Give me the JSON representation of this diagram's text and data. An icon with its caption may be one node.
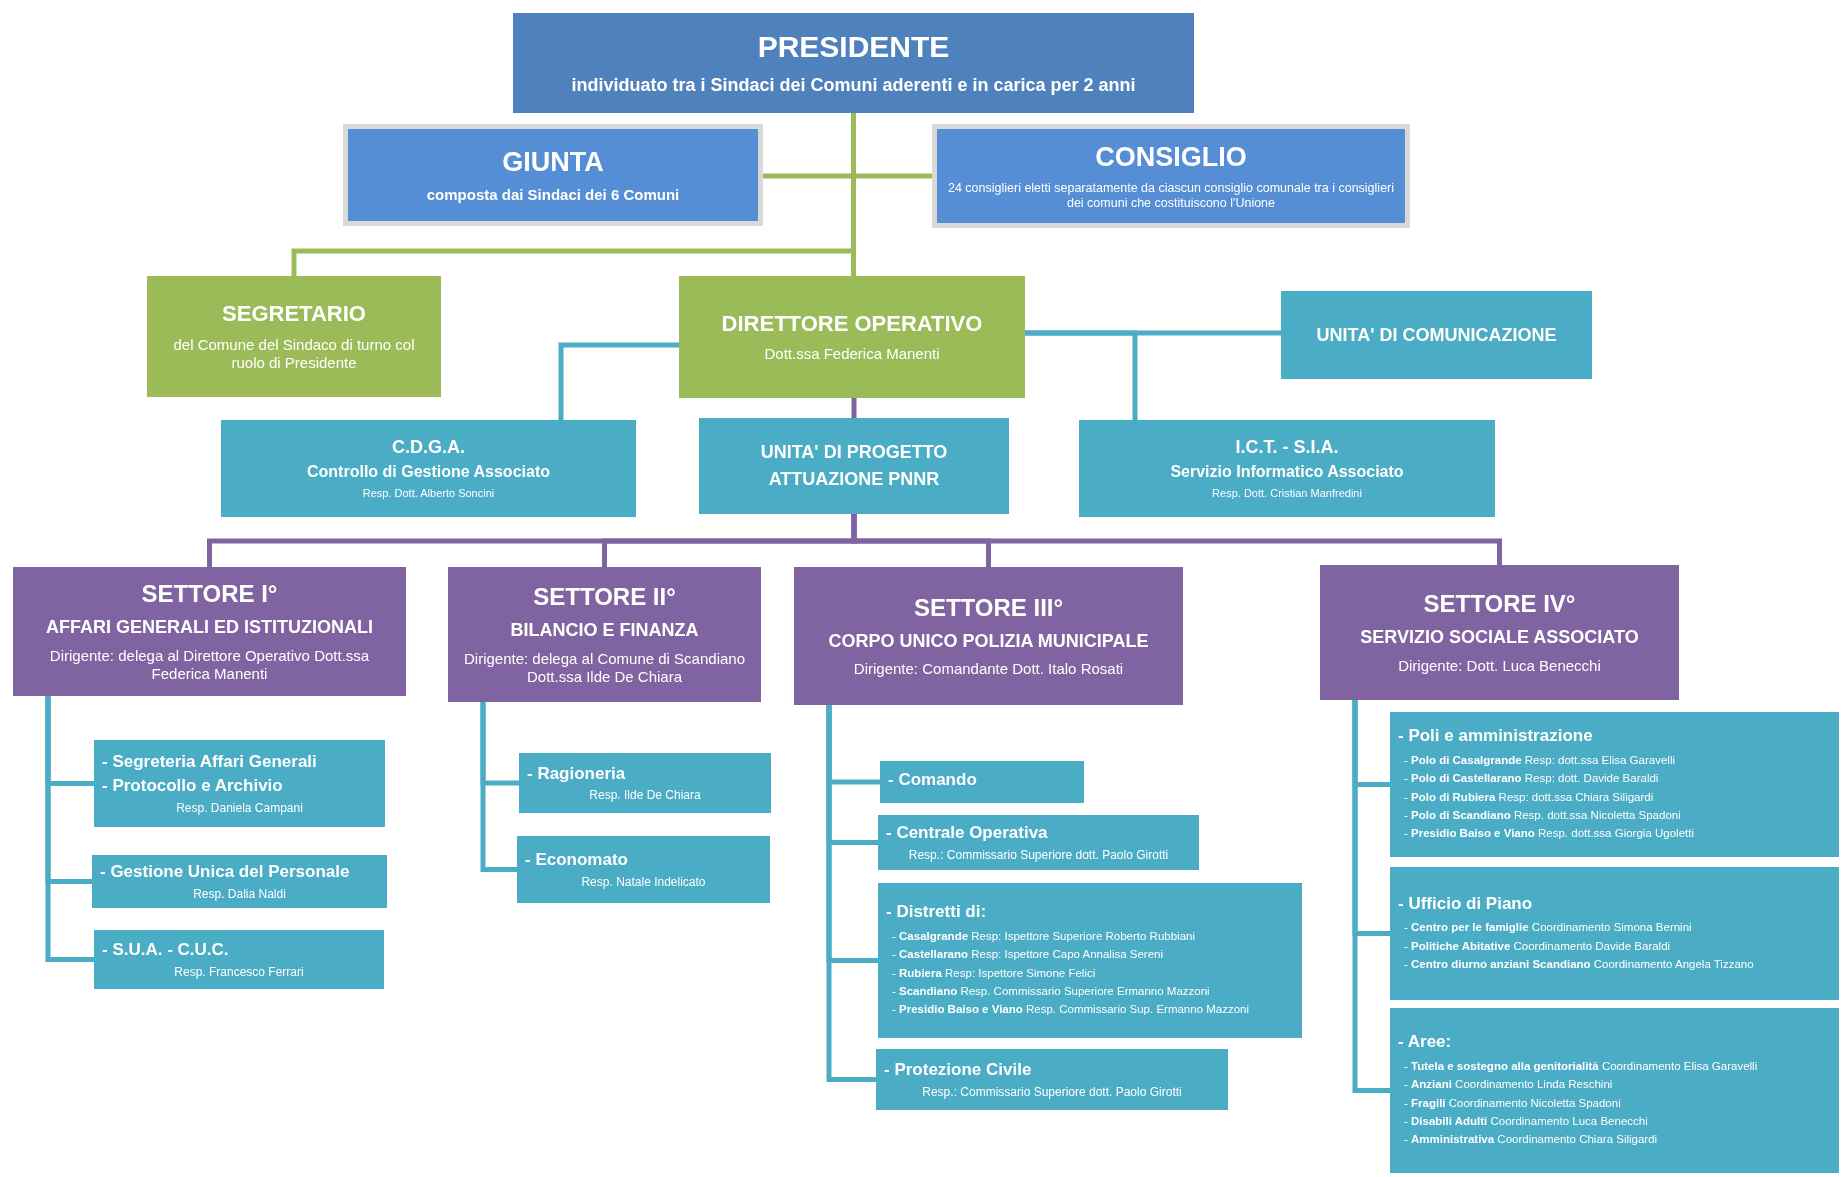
{
  "diagram": {
    "nodes": [
      {
        "text": [
          "PRESIDENTE",
          "individuato tra i Sindaci dei Comuni aderenti e in carica per 2 anni"
        ]
      },
      {
        "text": [
          "GIUNTA",
          "composta dai Sindaci dei 6 Comuni"
        ]
      },
      {
        "text": [
          "CONSIGLIO",
          "24 consiglieri eletti separatamente da ciascun consiglio comunale tra i consiglieri dei comuni che costituiscono l'Unione"
        ]
      },
      {
        "text": [
          "SEGRETARIO",
          "del Comune del Sindaco di turno col ruolo di Presidente"
        ]
      },
      {
        "text": [
          "DIRETTORE OPERATIVO",
          "Dott.ssa Federica Manenti"
        ]
      },
      {
        "text": [
          "UNITA' DI COMUNICAZIONE"
        ]
      },
      {
        "text": [
          "C.D.G.A.",
          "Controllo di Gestione Associato",
          "Resp. Dott. Alberto Soncini"
        ]
      },
      {
        "text": [
          "UNITA' DI PROGETTO ATTUAZIONE PNNR"
        ]
      },
      {
        "text": [
          "I.C.T. - S.I.A.",
          "Servizio Informatico Associato",
          "Resp. Dott. Cristian Manfredini"
        ]
      },
      {
        "text": [
          "SETTORE I°",
          "AFFARI GENERALI ED ISTITUZIONALI",
          "Dirigente: delega al Direttore Operativo Dott.ssa Federica Manenti"
        ]
      },
      {
        "text": [
          "SETTORE II°",
          "BILANCIO E FINANZA",
          "Dirigente: delega al Comune di Scandiano Dott.ssa Ilde De Chiara"
        ]
      },
      {
        "text": [
          "SETTORE III°",
          "CORPO UNICO POLIZIA MUNICIPALE",
          "Dirigente: Comandante Dott. Italo Rosati"
        ]
      },
      {
        "text": [
          "SETTORE IV°",
          "SERVIZIO SOCIALE ASSOCIATO",
          "Dirigente: Dott. Luca Benecchi"
        ]
      },
      {
        "text": [
          "- Segreteria Affari Generali",
          "- Protocollo e Archivio",
          "Resp. Daniela Campani"
        ]
      },
      {
        "text": [
          "- Gestione Unica del Personale",
          "Resp. Dalia Naldi"
        ]
      },
      {
        "text": [
          "- S.U.A. - C.U.C.",
          "Resp. Francesco Ferrari"
        ]
      },
      {
        "text": [
          "- Ragioneria",
          "Resp. Ilde De Chiara"
        ]
      },
      {
        "text": [
          "- Economato",
          "Resp. Natale Indelicato"
        ]
      },
      {
        "text": [
          "- Comando"
        ]
      },
      {
        "text": [
          "- Centrale Operativa",
          "Resp.: Commissario Superiore dott. Paolo Girotti"
        ]
      },
      {
        "text": [
          "- Distretti di:",
          "- **Casalgrande** Resp: Ispettore Superiore Roberto Rubbiani",
          "- **Castellarano** Resp: Ispettore Capo Annalisa Sereni",
          "- **Rubiera** Resp: Ispettore Simone Felici",
          "- **Scandiano** Resp. Commissario Superiore Ermanno Mazzoni",
          "- **Presidio Baiso e Viano** Resp. Commissario Sup. Ermanno Mazzoni"
        ]
      },
      {
        "text": [
          "- Protezione Civile",
          "Resp.: Commissario Superiore dott. Paolo Girotti"
        ]
      },
      {
        "text": [
          "- Poli e amministrazione",
          "- **Polo di Casalgrande** Resp: dott.ssa Elisa Garavelli",
          "- **Polo di Castellarano** Resp: dott. Davide Baraldi",
          "- **Polo di Rubiera** Resp: dott.ssa Chiara Siligardi",
          "- **Polo di Scandiano** Resp. dott.ssa Nicoletta Spadoni",
          "- **Presidio Baiso e Viano** Resp. dott.ssa Giorgia Ugoletti"
        ]
      },
      {
        "text": [
          "- Ufficio di Piano",
          "- **Centro per le famiglie** Coordinamento Simona Bernini",
          "- **Politiche Abitative** Coordinamento Davide Baraldi",
          "- **Centro diurno anziani Scandiano** Coordinamento Angela Tizzano"
        ]
      },
      {
        "text": [
          "- Aree:",
          "- **Tutela e sostegno alla genitorialità** Coordinamento Elisa Garavelli",
          "- **Anziani** Coordinamento Linda Reschini",
          "- **Fragili** Coordinamento Nicoletta Spadoni",
          "- **Disabili Adulti** Coordinamento Luca Benecchi",
          "- **Amministrativa** Coordinamento Chiara Siligardi"
        ]
      }
    ],
    "edges": [
      {
        "from": 0,
        "to": 1,
        "arrow": "none",
        "color": "#9bbb59"
      },
      {
        "from": 0,
        "to": 2,
        "arrow": "none",
        "color": "#9bbb59"
      },
      {
        "from": 0,
        "to": 3,
        "arrow": "none",
        "color": "#9bbb59"
      },
      {
        "from": 0,
        "to": 4,
        "arrow": "none",
        "color": "#9bbb59"
      },
      {
        "from": 4,
        "to": 6,
        "arrow": "none"
      },
      {
        "from": 4,
        "to": 5,
        "arrow": "none"
      },
      {
        "from": 4,
        "to": 8,
        "arrow": "none"
      },
      {
        "from": 4,
        "to": 7,
        "arrow": "none",
        "color": "#8064a2"
      },
      {
        "from": 7,
        "to": 9,
        "arrow": "none",
        "color": "#8064a2"
      },
      {
        "from": 7,
        "to": 10,
        "arrow": "none",
        "color": "#8064a2"
      },
      {
        "from": 7,
        "to": 11,
        "arrow": "none",
        "color": "#8064a2"
      },
      {
        "from": 7,
        "to": 12,
        "arrow": "none",
        "color": "#8064a2"
      },
      {
        "from": 9,
        "to": 13,
        "arrow": "none"
      },
      {
        "from": 9,
        "to": 14,
        "arrow": "none"
      },
      {
        "from": 9,
        "to": 15,
        "arrow": "none"
      },
      {
        "from": 10,
        "to": 16,
        "arrow": "none"
      },
      {
        "from": 10,
        "to": 17,
        "arrow": "none"
      },
      {
        "from": 11,
        "to": 18,
        "arrow": "none"
      },
      {
        "from": 11,
        "to": 19,
        "arrow": "none"
      },
      {
        "from": 11,
        "to": 20,
        "arrow": "none"
      },
      {
        "from": 11,
        "to": 21,
        "arrow": "none"
      },
      {
        "from": 12,
        "to": 22,
        "arrow": "none"
      },
      {
        "from": 12,
        "to": 23,
        "arrow": "none"
      },
      {
        "from": 12,
        "to": 24,
        "arrow": "none"
      }
    ]
  }
}
